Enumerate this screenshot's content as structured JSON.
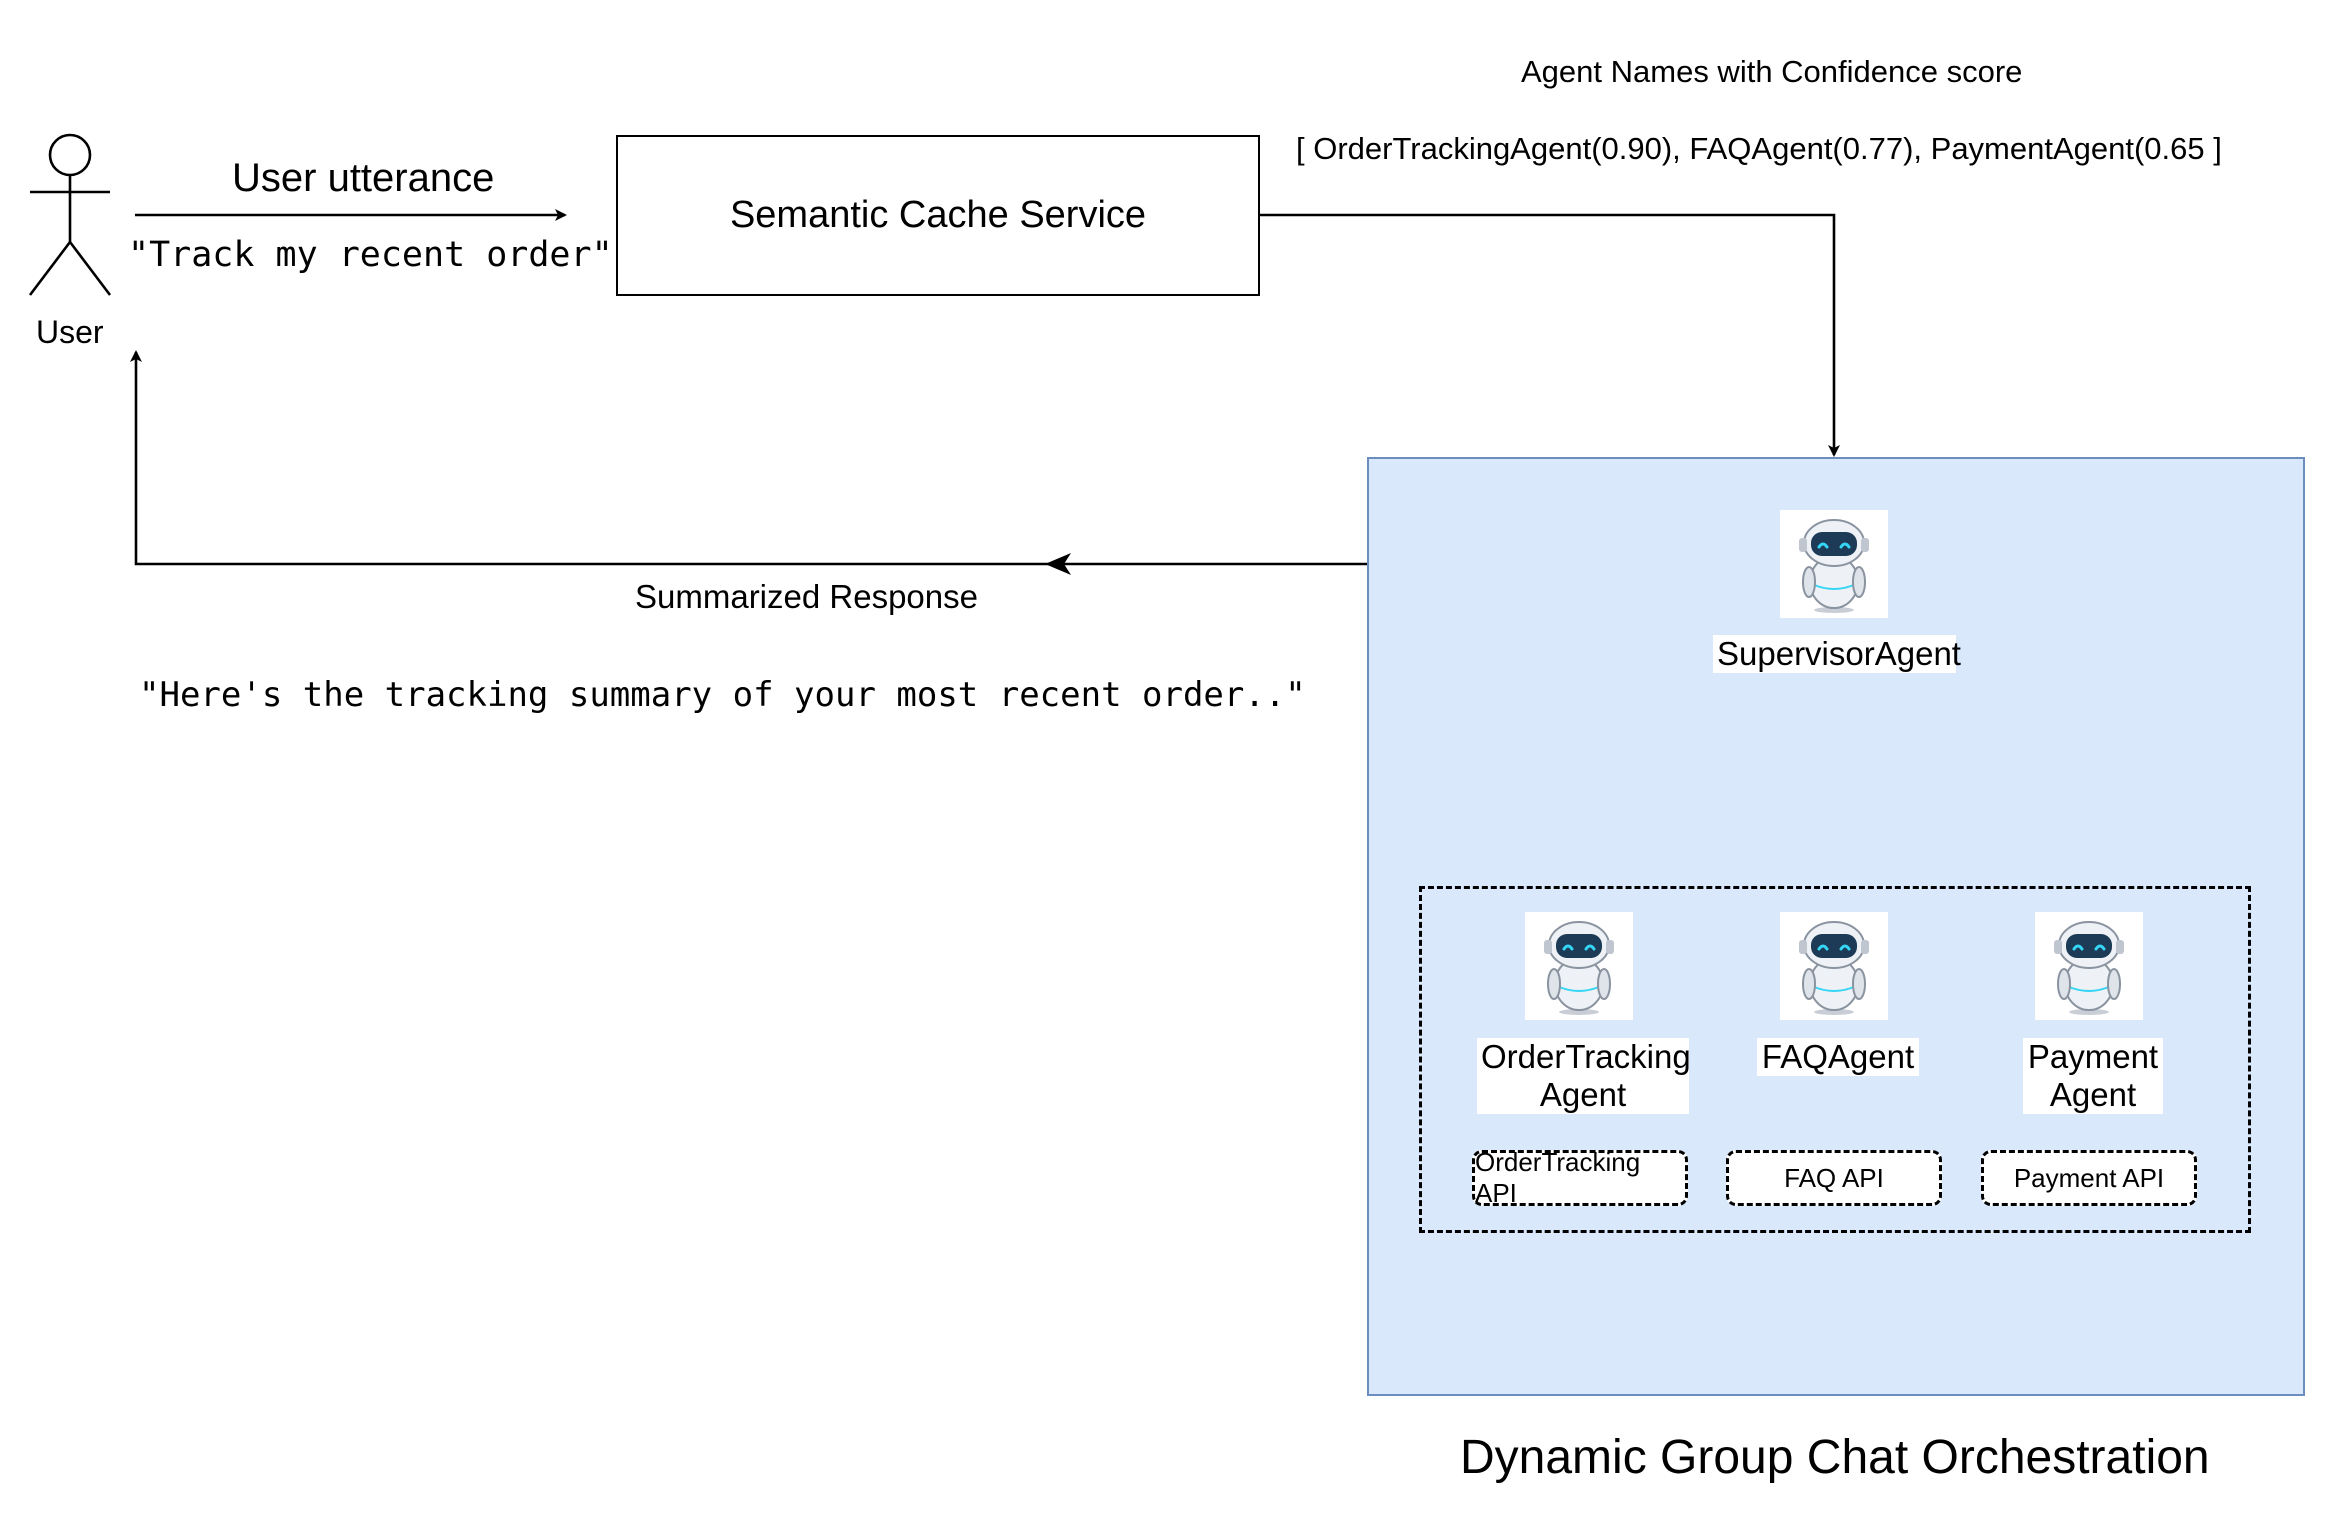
{
  "actor": {
    "label": "User"
  },
  "request": {
    "title": "User utterance",
    "utterance": "\"Track my recent order\""
  },
  "cache_service": {
    "label": "Semantic Cache Service"
  },
  "confidence": {
    "title": "Agent Names with Confidence score",
    "list": "[ OrderTrackingAgent(0.90), FAQAgent(0.77), PaymentAgent(0.65 ]"
  },
  "response": {
    "title": "Summarized Response",
    "text": "\"Here's the tracking summary of your most recent order..\""
  },
  "orchestration": {
    "title": "Dynamic Group Chat Orchestration",
    "supervisor": {
      "label": "SupervisorAgent",
      "icon": "robot-icon"
    },
    "agents": [
      {
        "label_line1": "OrderTracking",
        "label_line2": "Agent",
        "api": "OrderTracking API",
        "icon": "robot-icon"
      },
      {
        "label_line1": "FAQAgent",
        "label_line2": "",
        "api": "FAQ API",
        "icon": "robot-icon"
      },
      {
        "label_line1": "Payment",
        "label_line2": "Agent",
        "api": "Payment API",
        "icon": "robot-icon"
      }
    ]
  },
  "colors": {
    "orchestration_fill": "#dae8fc",
    "orchestration_border": "#6c8ebf",
    "robot_visor": "#1d3b56",
    "robot_eyes": "#34d5f5"
  }
}
